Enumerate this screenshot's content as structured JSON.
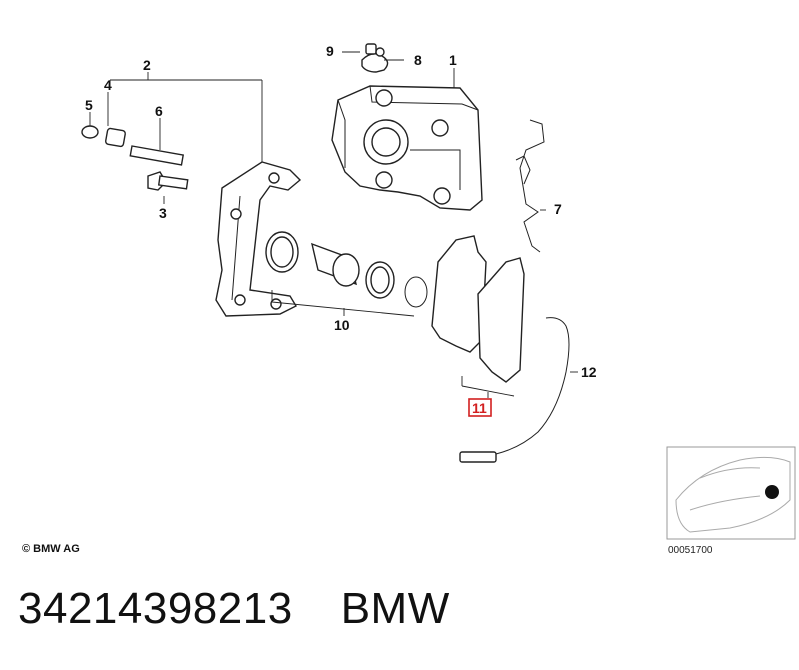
{
  "callouts": {
    "c1": "1",
    "c2": "2",
    "c3": "3",
    "c4": "4",
    "c5": "5",
    "c6": "6",
    "c7": "7",
    "c8": "8",
    "c9": "9",
    "c10": "10",
    "c11": "11",
    "c12": "12"
  },
  "copyright": "© BMW AG",
  "diagram_number": "00051700",
  "part_number": "34214398213",
  "brand": "BMW",
  "colors": {
    "highlight": "#d21f1f",
    "line": "#222222",
    "thumb_border": "#999999"
  }
}
